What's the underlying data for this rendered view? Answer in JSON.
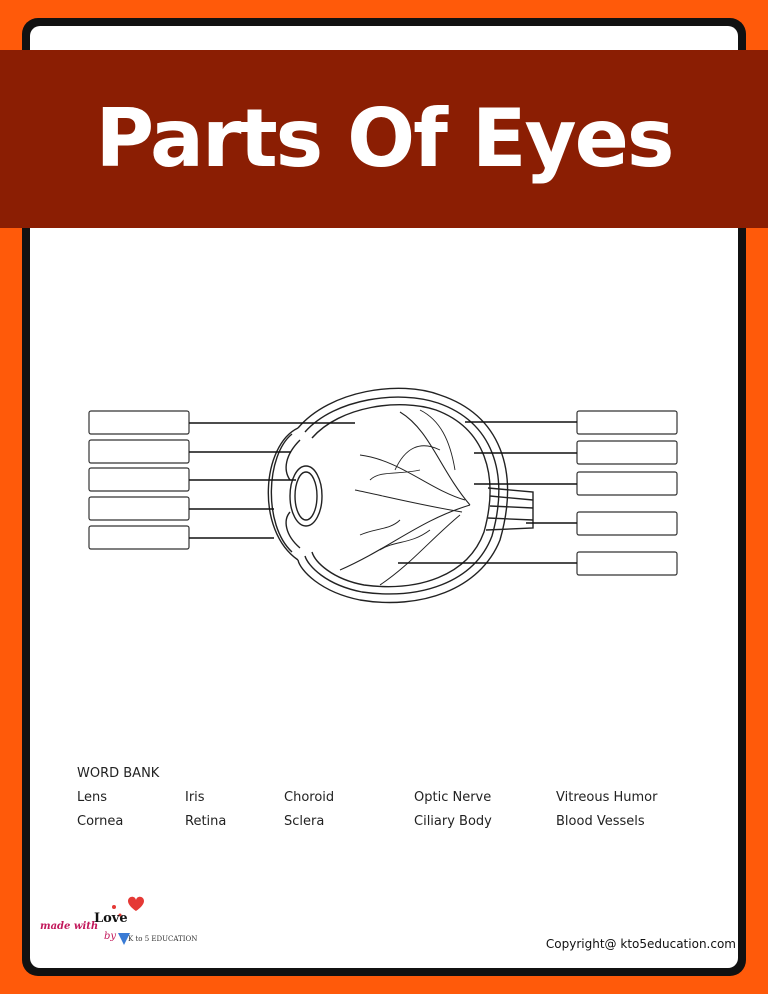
{
  "title": "Parts Of Eyes",
  "word_bank": {
    "heading": "WORD BANK",
    "columns": [
      [
        "Lens",
        "Cornea"
      ],
      [
        "Iris",
        "Retina"
      ],
      [
        "Choroid",
        "Sclera"
      ],
      [
        "Optic Nerve",
        "Ciliary Body"
      ],
      [
        "Vitreous Humor",
        "Blood Vessels"
      ]
    ]
  },
  "footer": {
    "copyright": "Copyright@ kto5education.com"
  },
  "logo": {
    "made_with": "made with",
    "love": "Love",
    "by": "by",
    "brand": "K to 5 EDUCATION"
  },
  "colors": {
    "page_border": "#ff5a0a",
    "banner": "#8b1e03",
    "frame": "#111111"
  },
  "label_boxes": {
    "left_count": 5,
    "right_count": 5,
    "filled": false
  }
}
